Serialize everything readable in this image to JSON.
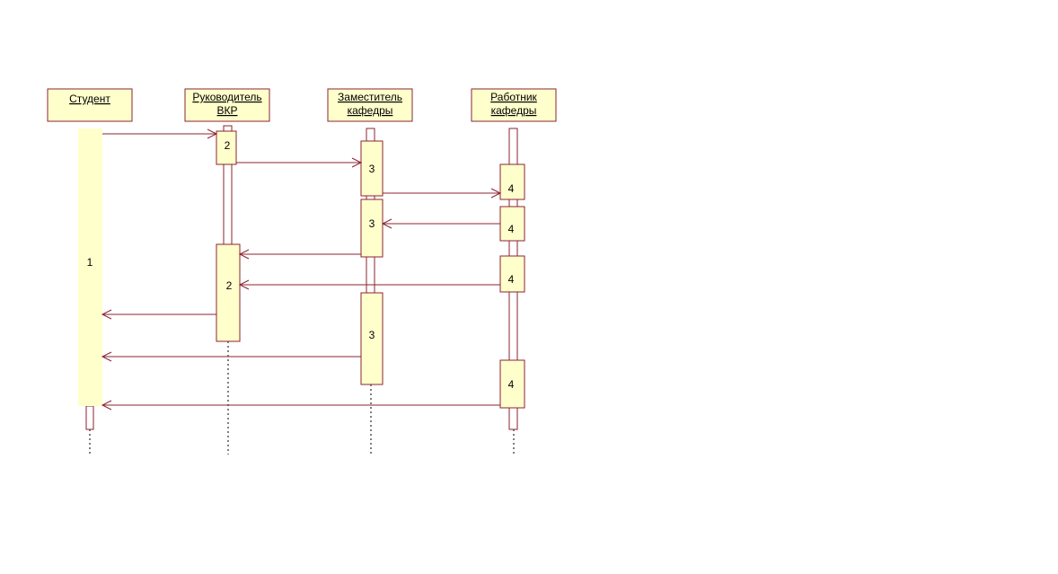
{
  "diagram": {
    "type": "sequence",
    "colors": {
      "box_fill": "#ffffcc",
      "box_stroke": "#8b2332",
      "arrow": "#8b2332",
      "lifeline": "#000000"
    },
    "participants": [
      {
        "id": "student",
        "lines": [
          "Студент"
        ]
      },
      {
        "id": "supervisor",
        "lines": [
          "Руководитель",
          "ВКР"
        ]
      },
      {
        "id": "deputy",
        "lines": [
          "Заместитель",
          "кафедры"
        ]
      },
      {
        "id": "staff",
        "lines": [
          "Работник",
          "кафедры"
        ]
      }
    ],
    "activation_labels": {
      "student": "1",
      "supervisor": "2",
      "deputy": "3",
      "staff": "4"
    },
    "messages": [
      {
        "from": "student",
        "to": "supervisor"
      },
      {
        "from": "supervisor",
        "to": "deputy"
      },
      {
        "from": "deputy",
        "to": "staff"
      },
      {
        "from": "staff",
        "to": "deputy"
      },
      {
        "from": "deputy",
        "to": "supervisor"
      },
      {
        "from": "staff",
        "to": "supervisor"
      },
      {
        "from": "supervisor",
        "to": "student"
      },
      {
        "from": "deputy",
        "to": "student"
      },
      {
        "from": "staff",
        "to": "student"
      }
    ]
  }
}
